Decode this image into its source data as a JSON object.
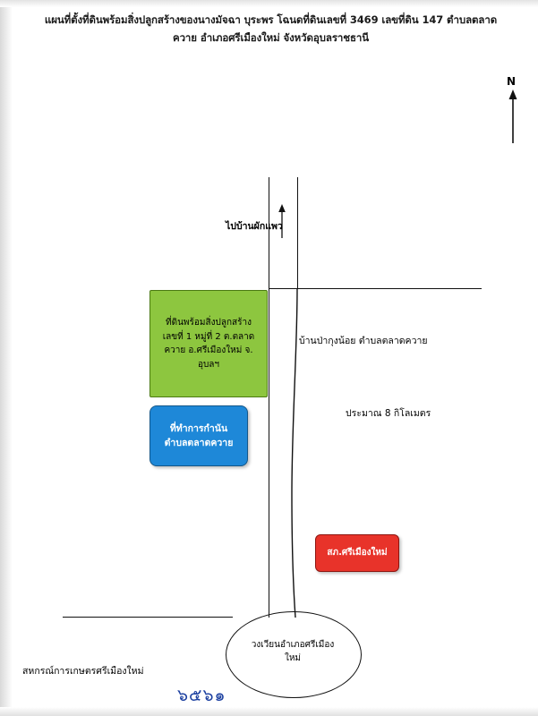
{
  "document": {
    "title_line1": "แผนที่ตั้งที่ดินพร้อมสิ่งปลูกสร้างของนางมัจฉา  บุระพร  โฉนดที่ดินเลขที่ 3469 เลขที่ดิน 147 ตำบลตลาด",
    "title_line2": "ควาย อำเภอศรีเมืองใหม่ จังหวัดอุบลราชธานี"
  },
  "compass": {
    "north_label": "N"
  },
  "map": {
    "parcel_box": {
      "lines": [
        "ที่ดินพร้อมสิ่งปลูกสร้าง",
        "เลขที่ 1 หมู่ที่ 2 ต.ตลาด",
        "ควาย อ.ศรีเมืองใหม่ จ.",
        "อุบลฯ"
      ],
      "color": "#8dc63f"
    },
    "kamnan_box": {
      "lines": [
        "ที่ทำการกำนัน",
        "ตำบลตลาดควาย"
      ],
      "color": "#1e88d8"
    },
    "police_box": {
      "lines": [
        "สภ.ศรีเมืองใหม่"
      ],
      "color": "#e8332a"
    },
    "labels": {
      "road_north": "ไปบ้านผักแพว",
      "village": "บ้านป่ากุงน้อย ตำบลตลาดควาย",
      "distance": "ประมาณ 8 กิโลเมตร",
      "roundabout_line1": "วงเวียนอำเภอศรีเมือง",
      "roundabout_line2": "ใหม่"
    }
  },
  "footer": {
    "cooperative_label": "สหกรณ์การเกษตรศรีเมืองใหม่",
    "handwritten_number": "๖๕๖๑"
  }
}
